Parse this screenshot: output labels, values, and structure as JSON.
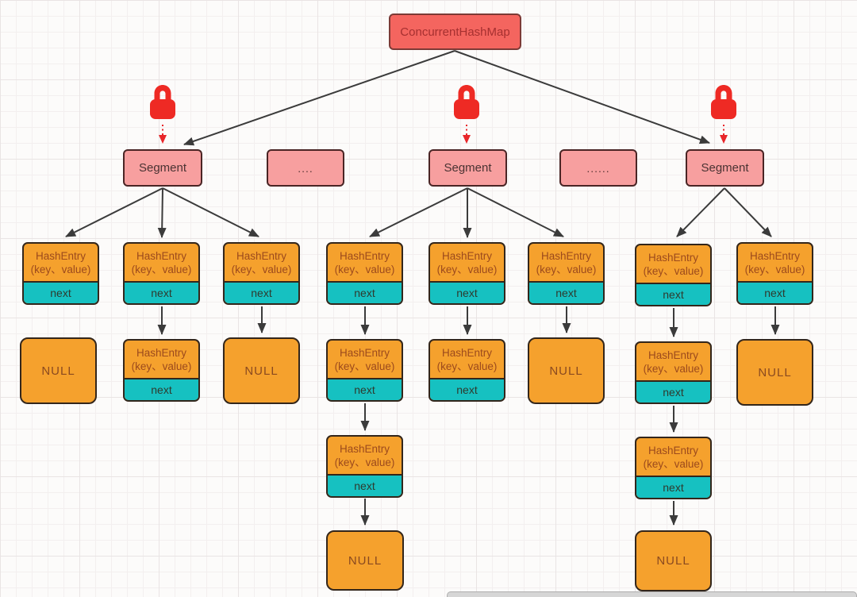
{
  "labels": {
    "root": "ConcurrentHashMap",
    "segment": "Segment",
    "ellipsis_short": "....",
    "ellipsis_long": "......",
    "hash_entry_title": "HashEntry",
    "hash_entry_subtitle": "(key、value)",
    "next": "next",
    "null": "NULL"
  },
  "colors": {
    "root_fill": "#f4655f",
    "root_border": "#7c3a36",
    "root_text": "#a63030",
    "segment_fill": "#f79f9f",
    "segment_border": "#4a2525",
    "hash_entry_fill": "#f5a12d",
    "hash_entry_border": "#33261b",
    "hash_entry_text": "#9c4a1d",
    "next_fill": "#16c1c1",
    "null_text": "#8a4a20",
    "arrow": "#3b3b3b",
    "lock_red": "#ee2a24"
  },
  "icons": {
    "lock": "red padlock above each Segment with dashed red arrow pointing down",
    "lock_count": 3
  },
  "structure": {
    "root": "ConcurrentHashMap",
    "level2_nodes": [
      "Segment",
      "....",
      "Segment",
      "......",
      "Segment"
    ],
    "chains": {
      "segment1": [
        [
          "HashEntry",
          "NULL"
        ],
        [
          "HashEntry",
          "HashEntry"
        ],
        [
          "HashEntry",
          "NULL"
        ]
      ],
      "segment2": [
        [
          "HashEntry",
          "HashEntry",
          "HashEntry",
          "NULL"
        ],
        [
          "HashEntry",
          "HashEntry"
        ],
        [
          "HashEntry",
          "NULL"
        ]
      ],
      "segment3": [
        [
          "HashEntry",
          "HashEntry",
          "HashEntry",
          "NULL"
        ],
        [
          "HashEntry",
          "NULL"
        ]
      ]
    }
  }
}
